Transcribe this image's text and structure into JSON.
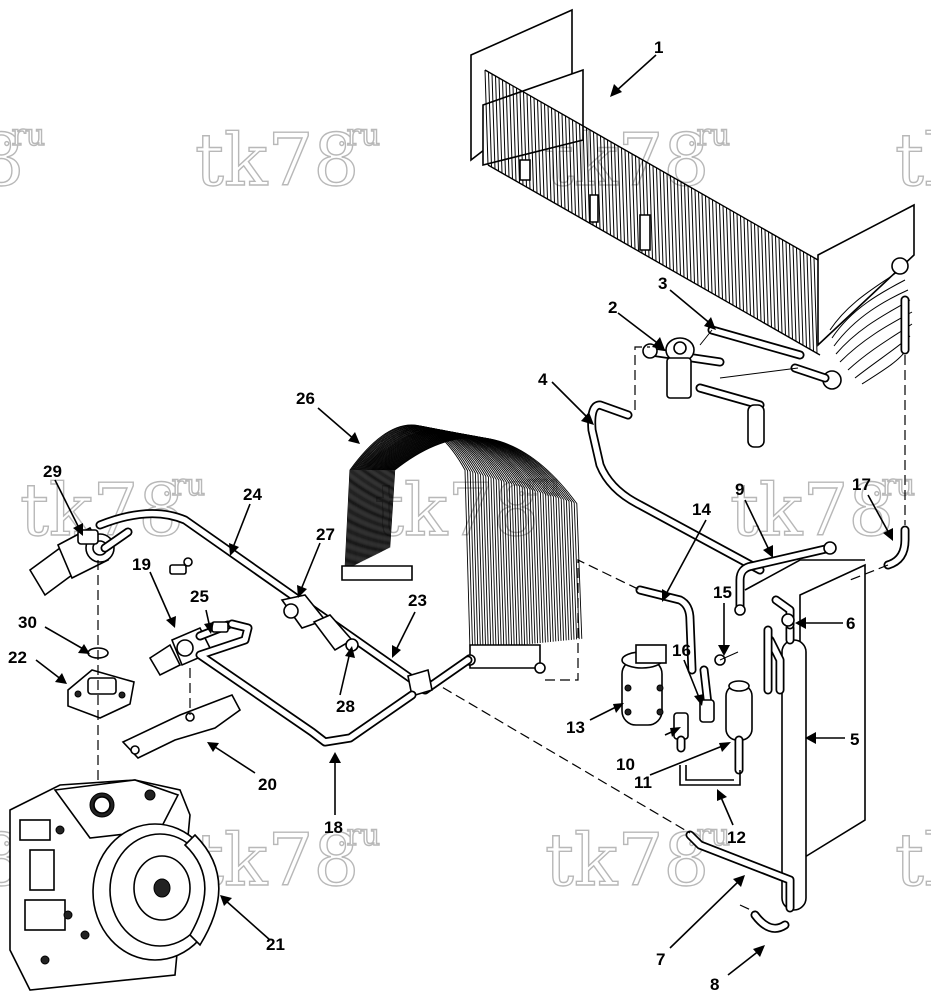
{
  "diagram": {
    "callouts": {
      "c1": "1",
      "c2": "2",
      "c3": "3",
      "c4": "4",
      "c5": "5",
      "c6": "6",
      "c7": "7",
      "c8": "8",
      "c9": "9",
      "c10": "10",
      "c11": "11",
      "c12": "12",
      "c13": "13",
      "c14": "14",
      "c15": "15",
      "c16": "16",
      "c17": "17",
      "c18": "18",
      "c19": "19",
      "c20": "20",
      "c21": "21",
      "c22": "22",
      "c23": "23",
      "c24": "24",
      "c25": "25",
      "c26": "26",
      "c27": "27",
      "c28": "28",
      "c29": "29",
      "c30": "30"
    },
    "watermark": {
      "main": "tk78",
      "sup": ".ru"
    }
  }
}
